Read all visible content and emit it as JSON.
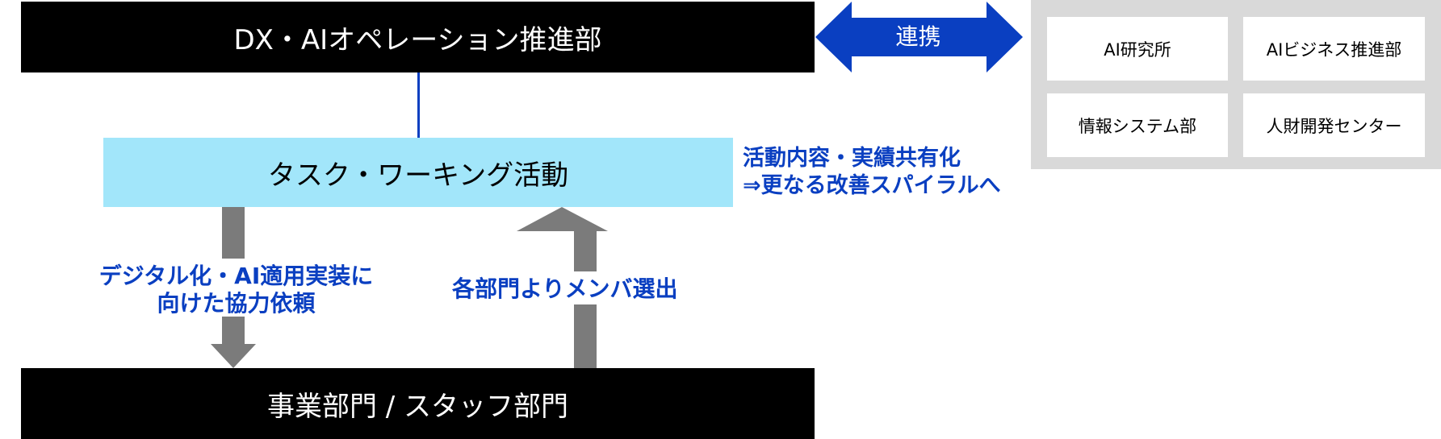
{
  "top_box": {
    "label": "DX・AIオペレーション推進部"
  },
  "link_arrow": {
    "label": "連携"
  },
  "partners": [
    "AI研究所",
    "AIビジネス推進部",
    "情報システム部",
    "人財開発センター"
  ],
  "task_box": {
    "label": "タスク・ワーキング活動"
  },
  "side_note": {
    "line1": "活動内容・実績共有化",
    "line2": "⇒更なる改善スパイラルへ"
  },
  "down_flow": {
    "line1": "デジタル化・AI適用実装に",
    "line2": "向けた協力依頼"
  },
  "up_flow": {
    "label": "各部門よりメンバ選出"
  },
  "bottom_box": {
    "label": "事業部門 / スタッフ部門"
  },
  "colors": {
    "accent_blue": "#0a3fc1",
    "light_blue": "#a2e6fa",
    "gray_arrow": "#7b7b7b",
    "panel_gray": "#d9d9d9"
  }
}
